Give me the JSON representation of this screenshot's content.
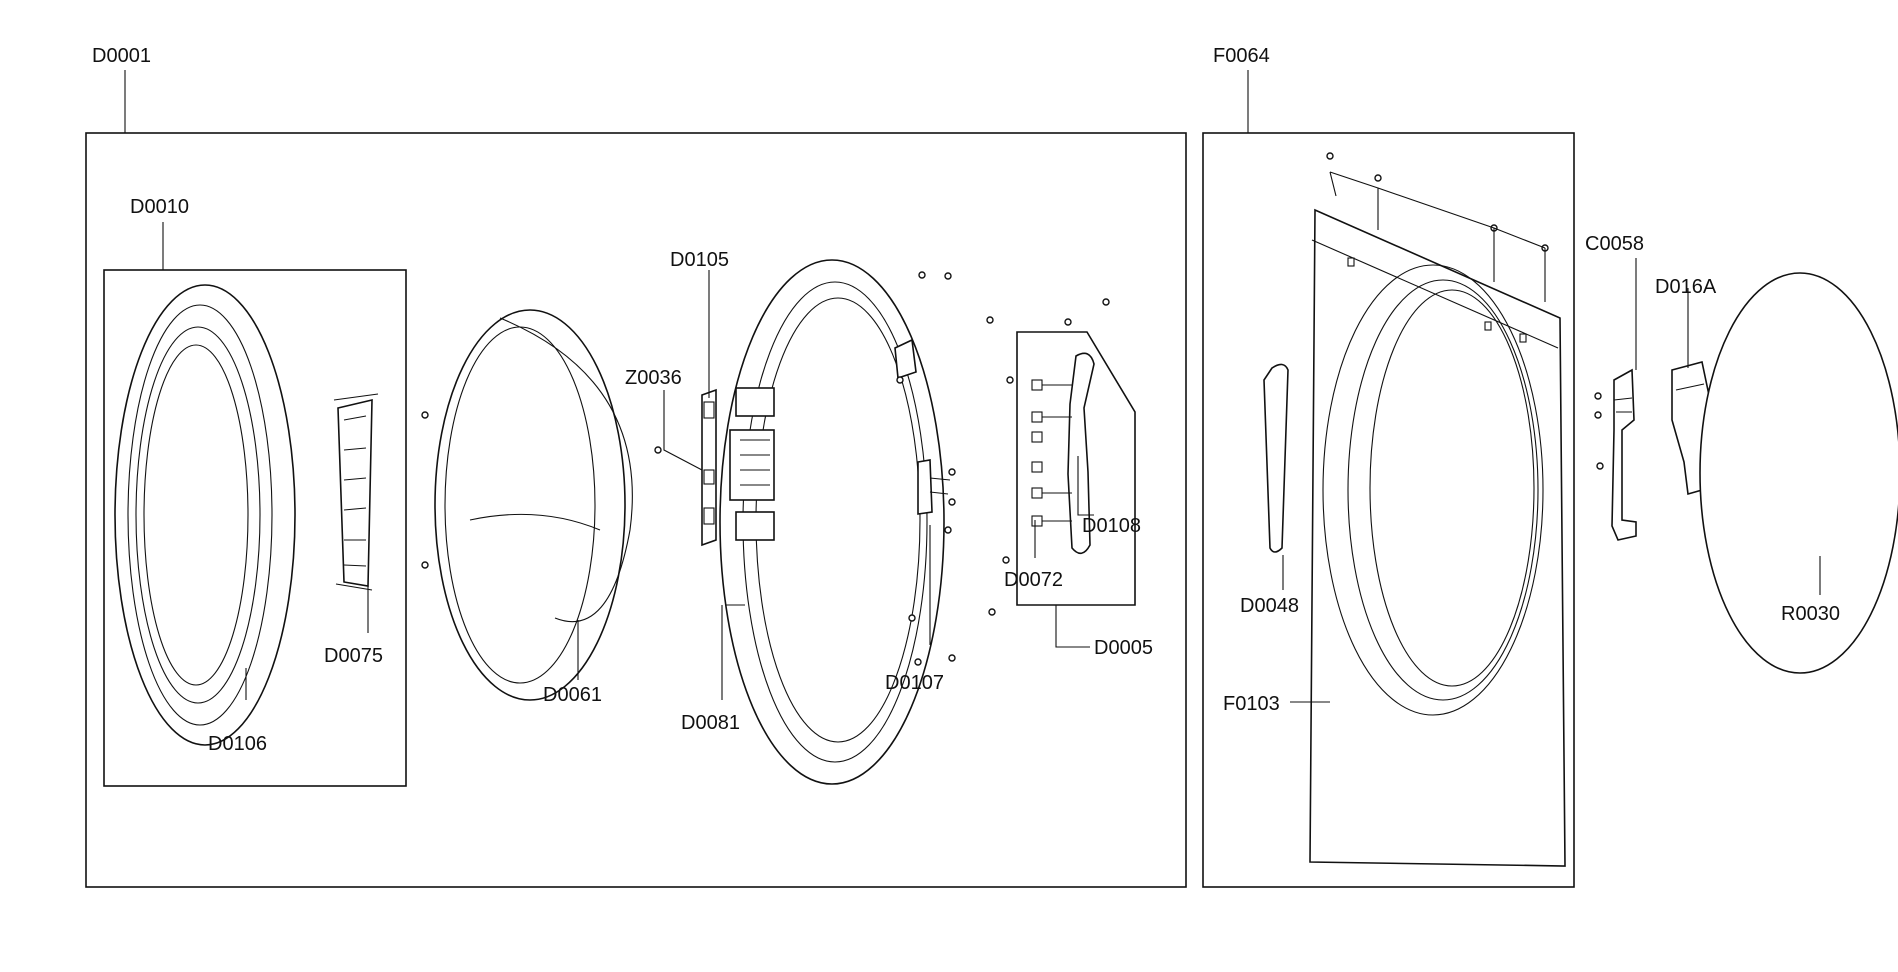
{
  "diagram": {
    "labels": {
      "D0001": "D0001",
      "F0064": "F0064",
      "D0010": "D0010",
      "D0105": "D0105",
      "Z0036": "Z0036",
      "D0106": "D0106",
      "D0075": "D0075",
      "D0061": "D0061",
      "D0081": "D0081",
      "D0107": "D0107",
      "D0108": "D0108",
      "D0072": "D0072",
      "D0005": "D0005",
      "C0058": "C0058",
      "D016A": "D016A",
      "D0048": "D0048",
      "F0103": "F0103",
      "R0030": "R0030"
    }
  }
}
